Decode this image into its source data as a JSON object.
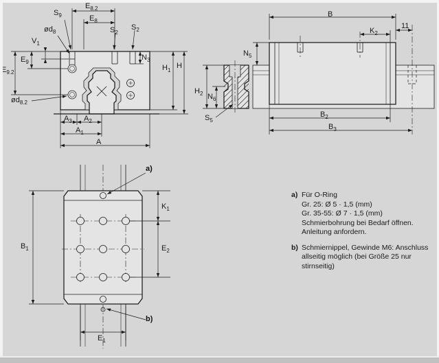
{
  "page": {
    "background": "#d6d6d6",
    "line_color": "#1c1c1c"
  },
  "labels": {
    "S9": {
      "m": "S",
      "s": "9"
    },
    "E82": {
      "m": "E",
      "s": "8.2"
    },
    "E8": {
      "m": "E",
      "s": "8"
    },
    "od8": {
      "m": "ød",
      "s": "8"
    },
    "V1": {
      "m": "V",
      "s": "1"
    },
    "E9": {
      "m": "E",
      "s": "9"
    },
    "E92": {
      "m": "E",
      "s": "9.2"
    },
    "S2": {
      "m": "S",
      "s": "2"
    },
    "N3": {
      "m": "N",
      "s": "3"
    },
    "H1": {
      "m": "H",
      "s": "1"
    },
    "H": {
      "m": "H",
      "s": ""
    },
    "od82": {
      "m": "ød",
      "s": "8.2"
    },
    "A3": {
      "m": "A",
      "s": "3"
    },
    "A2": {
      "m": "A",
      "s": "2"
    },
    "A1": {
      "m": "A",
      "s": "1"
    },
    "A": {
      "m": "A",
      "s": ""
    },
    "B": {
      "m": "B",
      "s": ""
    },
    "K2": {
      "m": "K",
      "s": "2"
    },
    "dim11": {
      "m": "11",
      "s": ""
    },
    "N5": {
      "m": "N",
      "s": "5"
    },
    "H2": {
      "m": "H",
      "s": "2"
    },
    "N6": {
      "m": "N",
      "s": "6"
    },
    "S5": {
      "m": "S",
      "s": "5"
    },
    "B2": {
      "m": "B",
      "s": "2"
    },
    "B3": {
      "m": "B",
      "s": "3"
    },
    "K1": {
      "m": "K",
      "s": "1"
    },
    "B1": {
      "m": "B",
      "s": "1"
    },
    "E2": {
      "m": "E",
      "s": "2"
    },
    "E1": {
      "m": "E",
      "s": "1"
    }
  },
  "callouts": {
    "a": "a)",
    "b": "b)"
  },
  "notes": {
    "a": {
      "marker": "a)",
      "lines": [
        "Für O-Ring",
        "Gr. 25: Ø 5 · 1,5 (mm)",
        "Gr. 35-55: Ø 7 · 1,5 (mm)",
        "Schmierbohrung bei Bedarf öffnen.",
        "Anleitung anfordern."
      ]
    },
    "b": {
      "marker": "b)",
      "lines": [
        "Schmiernippel, Gewinde M6: Anschluss",
        "allseitig möglich (bei Größe 25 nur",
        "stirnseitig)"
      ]
    }
  }
}
